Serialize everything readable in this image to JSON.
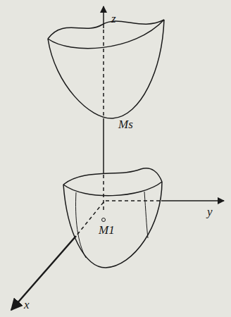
{
  "diagram": {
    "labels": [
      "z",
      "Ms",
      "y",
      "M1",
      "x"
    ]
  }
}
